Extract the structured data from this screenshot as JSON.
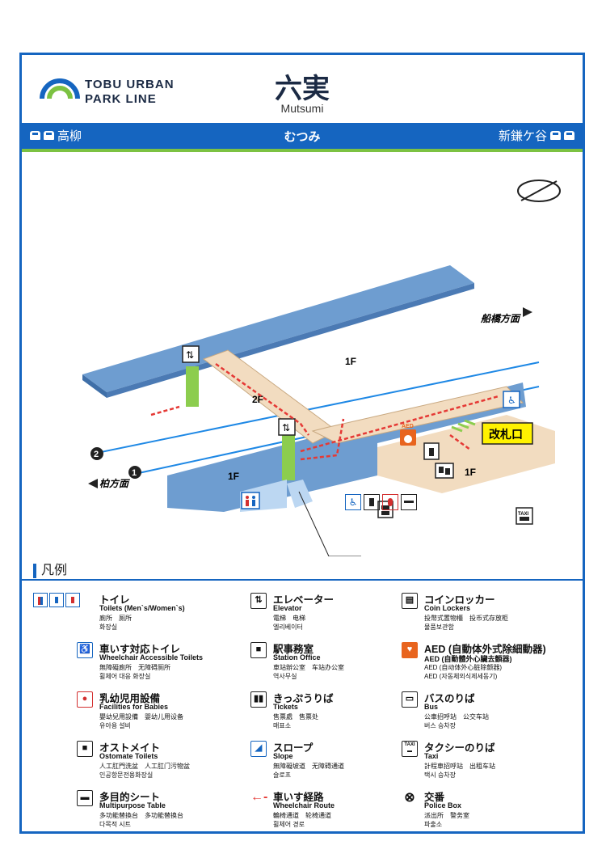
{
  "header": {
    "logo_line1": "TOBU URBAN",
    "logo_line2": "PARK LINE",
    "station_name": "六実",
    "station_roman": "Mutsumi",
    "station_kana": "むつみ",
    "prev_station": "高柳",
    "next_station": "新鎌ケ谷",
    "brand_blue": "#1565c0",
    "brand_green": "#7cc242"
  },
  "map": {
    "direction_funabashi": "船橋方面",
    "direction_kashiwa": "柏方面",
    "track_1": "1",
    "track_2": "2",
    "floor_2f": "2F",
    "floor_1f_north": "1F",
    "floor_1f_south": "1F",
    "floor_1f_concourse": "1F",
    "ticket_gate": "改札口",
    "aed_label": "AED",
    "taxi_label": "TAXI"
  },
  "legend": {
    "title": "凡例",
    "items": [
      {
        "icon": "toilet-icon",
        "ja": "トイレ",
        "en": "Toilets (Men`s/Women`s)",
        "cn": "廁所　厕所",
        "ko": "화장실"
      },
      {
        "icon": "wheelchair-toilet-icon",
        "ja": "車いす対応トイレ",
        "en": "Wheelchair Accessible Toilets",
        "cn": "無障礙廁所　无障碍厕所",
        "ko": "휠체어 대응 화장실"
      },
      {
        "icon": "baby-icon",
        "ja": "乳幼児用設備",
        "en": "Facilities for Babies",
        "cn": "嬰幼兒用設備　婴幼儿用设备",
        "ko": "유아용 설비"
      },
      {
        "icon": "ostomate-icon",
        "ja": "オストメイト",
        "en": "Ostomate Toilets",
        "cn": "人工肛門洗盆　人工肛门污物盆",
        "ko": "인공항문전용화장실"
      },
      {
        "icon": "multipurpose-table-icon",
        "ja": "多目的シート",
        "en": "Multipurpose Table",
        "cn": "多功能替換台　多功能替换台",
        "ko": "다목적 시트"
      },
      {
        "icon": "elevator-icon",
        "ja": "エレベーター",
        "en": "Elevator",
        "cn": "電梯　电梯",
        "ko": "엘리베이터"
      },
      {
        "icon": "station-office-icon",
        "ja": "駅事務室",
        "en": "Station Office",
        "cn": "車站辦公室　车站办公室",
        "ko": "역사무실"
      },
      {
        "icon": "ticket-icon",
        "ja": "きっぷうりば",
        "en": "Tickets",
        "cn": "售票處　售票处",
        "ko": "매표소"
      },
      {
        "icon": "slope-icon",
        "ja": "スロープ",
        "en": "Slope",
        "cn": "無障礙坡道　无障碍通道",
        "ko": "슬로프"
      },
      {
        "icon": "wheelchair-route-icon",
        "ja": "車いす経路",
        "en": "Wheelchair Route",
        "cn": "輪椅通道　轮椅通道",
        "ko": "휠체어 경로"
      },
      {
        "icon": "coin-locker-icon",
        "ja": "コインロッカー",
        "en": "Coin Lockers",
        "cn": "投幣式置物櫃　投币式存放柜",
        "ko": "물품보관함"
      },
      {
        "icon": "aed-icon",
        "ja": "AED (自動体外式除細動器)",
        "en": "AED (自動體外心臟去顫器)",
        "cn": "AED (自动体外心脏除颤器)",
        "ko": "AED (자동체외식제세동기)"
      },
      {
        "icon": "bus-icon",
        "ja": "バスのりば",
        "en": "Bus",
        "cn": "公車招呼站　公交车站",
        "ko": "버스 승차장"
      },
      {
        "icon": "taxi-icon",
        "ja": "タクシーのりば",
        "en": "Taxi",
        "cn": "計程車招呼站　出租车站",
        "ko": "택시 승차장"
      },
      {
        "icon": "police-box-icon",
        "ja": "交番",
        "en": "Police Box",
        "cn": "派出所　警务室",
        "ko": "파출소"
      }
    ]
  }
}
